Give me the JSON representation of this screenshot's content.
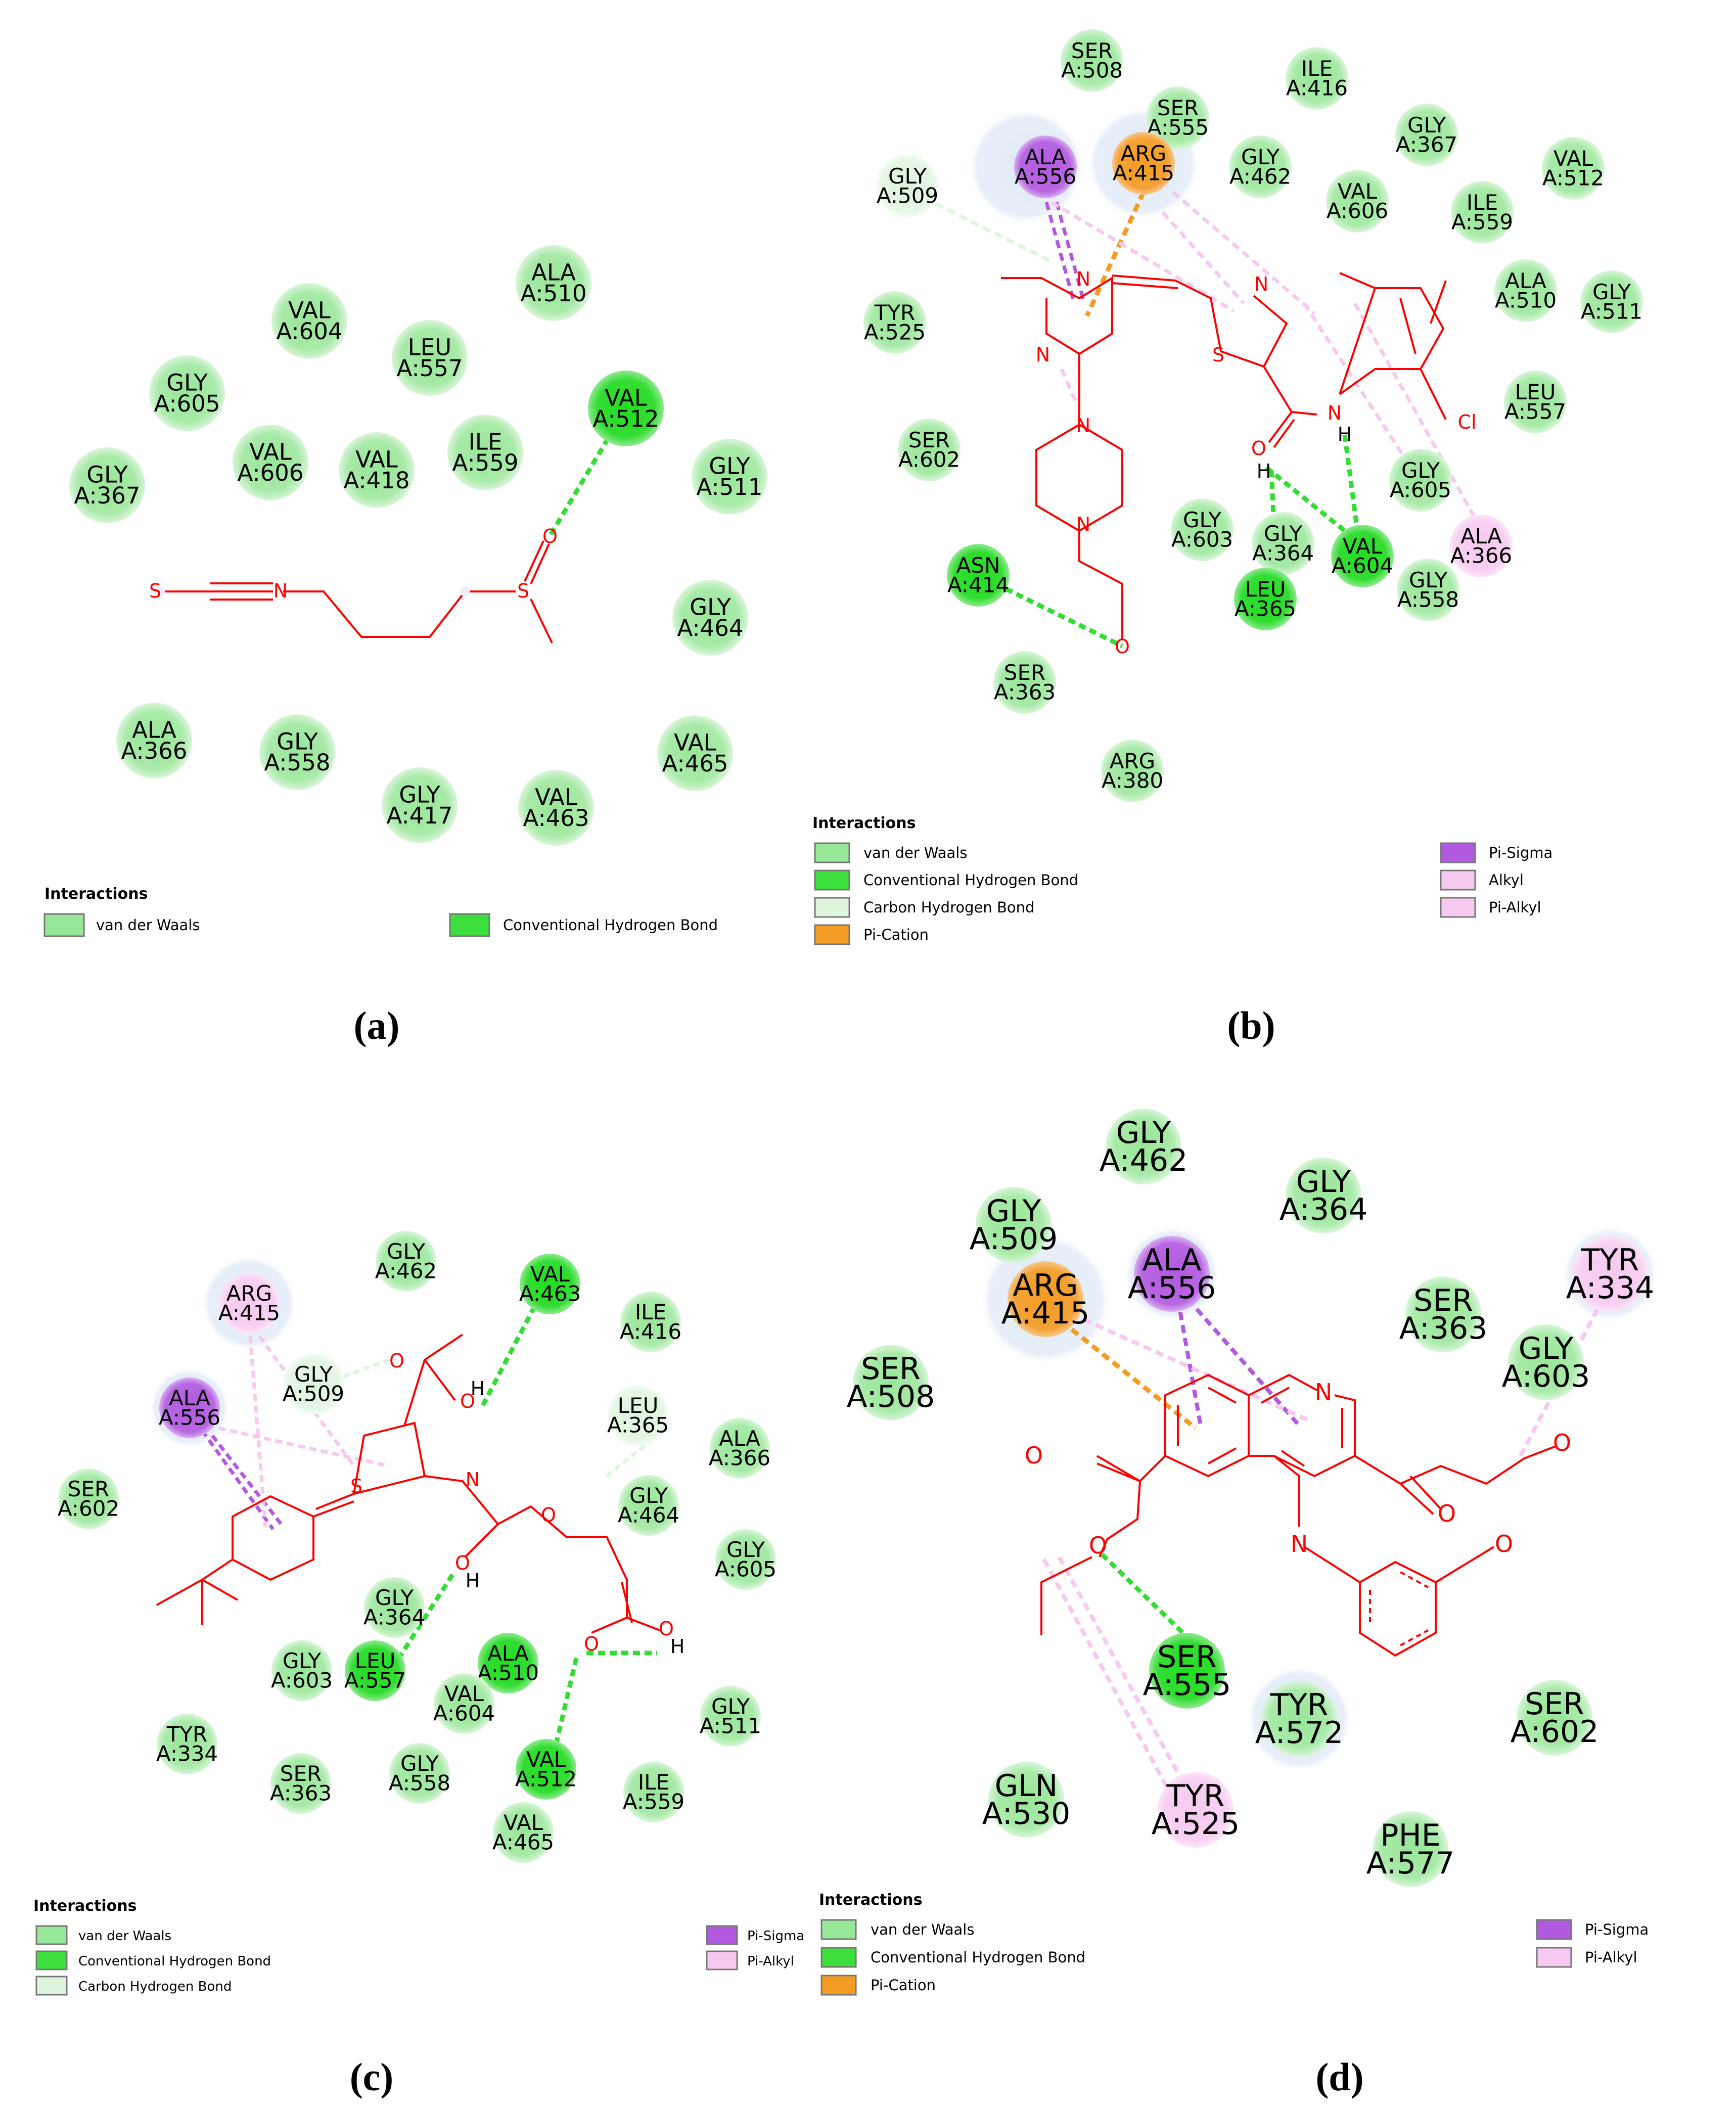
{
  "panels": [
    {
      "label": "(a)",
      "legend_title": "Interactions",
      "legend": [
        {
          "text": "van der Waals",
          "color": "#98e698"
        },
        {
          "text": "Conventional Hydrogen Bond",
          "color": "#3bde3b"
        }
      ],
      "residues": [
        {
          "name": "VAL",
          "id": "A:604",
          "type": "vdw"
        },
        {
          "name": "ALA",
          "id": "A:510",
          "type": "vdw"
        },
        {
          "name": "LEU",
          "id": "A:557",
          "type": "vdw"
        },
        {
          "name": "GLY",
          "id": "A:605",
          "type": "vdw"
        },
        {
          "name": "VAL",
          "id": "A:512",
          "type": "hbond"
        },
        {
          "name": "VAL",
          "id": "A:606",
          "type": "vdw"
        },
        {
          "name": "VAL",
          "id": "A:418",
          "type": "vdw"
        },
        {
          "name": "ILE",
          "id": "A:559",
          "type": "vdw"
        },
        {
          "name": "GLY",
          "id": "A:367",
          "type": "vdw"
        },
        {
          "name": "GLY",
          "id": "A:511",
          "type": "vdw"
        },
        {
          "name": "GLY",
          "id": "A:464",
          "type": "vdw"
        },
        {
          "name": "ALA",
          "id": "A:366",
          "type": "vdw"
        },
        {
          "name": "GLY",
          "id": "A:558",
          "type": "vdw"
        },
        {
          "name": "VAL",
          "id": "A:465",
          "type": "vdw"
        },
        {
          "name": "GLY",
          "id": "A:417",
          "type": "vdw"
        },
        {
          "name": "VAL",
          "id": "A:463",
          "type": "vdw"
        }
      ],
      "atoms": [
        "S",
        "N",
        "S",
        "O"
      ]
    },
    {
      "label": "(b)",
      "legend_title": "Interactions",
      "legend": [
        {
          "text": "van der Waals",
          "color": "#98e698"
        },
        {
          "text": "Conventional Hydrogen Bond",
          "color": "#3bde3b"
        },
        {
          "text": "Carbon Hydrogen Bond",
          "color": "#dcf5dc"
        },
        {
          "text": "Pi-Cation",
          "color": "#f39c24"
        },
        {
          "text": "Pi-Sigma",
          "color": "#b15ae0"
        },
        {
          "text": "Alkyl",
          "color": "#f7c9f0"
        },
        {
          "text": "Pi-Alkyl",
          "color": "#f7c9f0"
        }
      ],
      "residues": [
        {
          "name": "SER",
          "id": "A:508",
          "type": "vdw"
        },
        {
          "name": "ILE",
          "id": "A:416",
          "type": "vdw"
        },
        {
          "name": "SER",
          "id": "A:555",
          "type": "vdw"
        },
        {
          "name": "GLY",
          "id": "A:367",
          "type": "vdw"
        },
        {
          "name": "ALA",
          "id": "A:556",
          "type": "pisigma"
        },
        {
          "name": "ARG",
          "id": "A:415",
          "type": "pication"
        },
        {
          "name": "GLY",
          "id": "A:462",
          "type": "vdw"
        },
        {
          "name": "VAL",
          "id": "A:512",
          "type": "vdw"
        },
        {
          "name": "GLY",
          "id": "A:509",
          "type": "chbond"
        },
        {
          "name": "VAL",
          "id": "A:606",
          "type": "vdw"
        },
        {
          "name": "ILE",
          "id": "A:559",
          "type": "vdw"
        },
        {
          "name": "TYR",
          "id": "A:525",
          "type": "vdw"
        },
        {
          "name": "ALA",
          "id": "A:510",
          "type": "vdw"
        },
        {
          "name": "GLY",
          "id": "A:511",
          "type": "vdw"
        },
        {
          "name": "LEU",
          "id": "A:557",
          "type": "vdw"
        },
        {
          "name": "SER",
          "id": "A:602",
          "type": "vdw"
        },
        {
          "name": "GLY",
          "id": "A:605",
          "type": "vdw"
        },
        {
          "name": "GLY",
          "id": "A:603",
          "type": "vdw"
        },
        {
          "name": "GLY",
          "id": "A:364",
          "type": "vdw"
        },
        {
          "name": "VAL",
          "id": "A:604",
          "type": "hbond"
        },
        {
          "name": "ALA",
          "id": "A:366",
          "type": "alkyl"
        },
        {
          "name": "ASN",
          "id": "A:414",
          "type": "hbond"
        },
        {
          "name": "LEU",
          "id": "A:365",
          "type": "hbond"
        },
        {
          "name": "GLY",
          "id": "A:558",
          "type": "vdw"
        },
        {
          "name": "SER",
          "id": "A:363",
          "type": "vdw"
        },
        {
          "name": "ARG",
          "id": "A:380",
          "type": "vdw"
        }
      ],
      "atoms": [
        "N",
        "N",
        "N",
        "S",
        "N",
        "N",
        "N",
        "O",
        "H",
        "H",
        "Cl",
        "O"
      ]
    },
    {
      "label": "(c)",
      "legend_title": "Interactions",
      "legend": [
        {
          "text": "van der Waals",
          "color": "#98e698"
        },
        {
          "text": "Conventional Hydrogen Bond",
          "color": "#3bde3b"
        },
        {
          "text": "Carbon Hydrogen Bond",
          "color": "#dcf5dc"
        },
        {
          "text": "Pi-Sigma",
          "color": "#b15ae0"
        },
        {
          "text": "Pi-Alkyl",
          "color": "#f7c9f0"
        }
      ],
      "residues": [
        {
          "name": "GLY",
          "id": "A:462",
          "type": "vdw"
        },
        {
          "name": "VAL",
          "id": "A:463",
          "type": "hbond"
        },
        {
          "name": "ARG",
          "id": "A:415",
          "type": "alkyl"
        },
        {
          "name": "ILE",
          "id": "A:416",
          "type": "vdw"
        },
        {
          "name": "GLY",
          "id": "A:509",
          "type": "chbond"
        },
        {
          "name": "ALA",
          "id": "A:556",
          "type": "pisigma"
        },
        {
          "name": "LEU",
          "id": "A:365",
          "type": "chbond"
        },
        {
          "name": "ALA",
          "id": "A:366",
          "type": "vdw"
        },
        {
          "name": "SER",
          "id": "A:602",
          "type": "vdw"
        },
        {
          "name": "GLY",
          "id": "A:464",
          "type": "vdw"
        },
        {
          "name": "GLY",
          "id": "A:605",
          "type": "vdw"
        },
        {
          "name": "GLY",
          "id": "A:364",
          "type": "vdw"
        },
        {
          "name": "ALA",
          "id": "A:510",
          "type": "hbond"
        },
        {
          "name": "GLY",
          "id": "A:603",
          "type": "vdw"
        },
        {
          "name": "LEU",
          "id": "A:557",
          "type": "hbond"
        },
        {
          "name": "VAL",
          "id": "A:604",
          "type": "vdw"
        },
        {
          "name": "GLY",
          "id": "A:511",
          "type": "vdw"
        },
        {
          "name": "TYR",
          "id": "A:334",
          "type": "vdw"
        },
        {
          "name": "SER",
          "id": "A:363",
          "type": "vdw"
        },
        {
          "name": "GLY",
          "id": "A:558",
          "type": "vdw"
        },
        {
          "name": "VAL",
          "id": "A:512",
          "type": "hbond"
        },
        {
          "name": "ILE",
          "id": "A:559",
          "type": "vdw"
        },
        {
          "name": "VAL",
          "id": "A:465",
          "type": "vdw"
        }
      ],
      "atoms": [
        "S",
        "O",
        "O",
        "H",
        "N",
        "O",
        "H",
        "O",
        "O",
        "O",
        "H"
      ]
    },
    {
      "label": "(d)",
      "legend_title": "Interactions",
      "legend": [
        {
          "text": "van der Waals",
          "color": "#98e698"
        },
        {
          "text": "Conventional Hydrogen Bond",
          "color": "#3bde3b"
        },
        {
          "text": "Pi-Cation",
          "color": "#f39c24"
        },
        {
          "text": "Pi-Sigma",
          "color": "#b15ae0"
        },
        {
          "text": "Pi-Alkyl",
          "color": "#f7c9f0"
        }
      ],
      "residues": [
        {
          "name": "GLY",
          "id": "A:462",
          "type": "vdw"
        },
        {
          "name": "GLY",
          "id": "A:364",
          "type": "vdw"
        },
        {
          "name": "GLY",
          "id": "A:509",
          "type": "vdw"
        },
        {
          "name": "ALA",
          "id": "A:556",
          "type": "pisigma"
        },
        {
          "name": "TYR",
          "id": "A:334",
          "type": "alkyl"
        },
        {
          "name": "ARG",
          "id": "A:415",
          "type": "pication"
        },
        {
          "name": "SER",
          "id": "A:363",
          "type": "vdw"
        },
        {
          "name": "GLY",
          "id": "A:603",
          "type": "vdw"
        },
        {
          "name": "SER",
          "id": "A:508",
          "type": "vdw"
        },
        {
          "name": "SER",
          "id": "A:555",
          "type": "hbond"
        },
        {
          "name": "TYR",
          "id": "A:572",
          "type": "vdw"
        },
        {
          "name": "SER",
          "id": "A:602",
          "type": "vdw"
        },
        {
          "name": "GLN",
          "id": "A:530",
          "type": "vdw"
        },
        {
          "name": "TYR",
          "id": "A:525",
          "type": "alkyl"
        },
        {
          "name": "PHE",
          "id": "A:577",
          "type": "vdw"
        }
      ],
      "atoms": [
        "N",
        "O",
        "O",
        "O",
        "O",
        "N",
        "O"
      ]
    }
  ],
  "colors": {
    "vdw": "#98e698",
    "hbond": "#3bde3b",
    "chbond": "#dcf5dc",
    "pication": "#f39c24",
    "pisigma": "#b15ae0",
    "alkyl": "#f7c9f0",
    "ligand": "#ff0000"
  }
}
